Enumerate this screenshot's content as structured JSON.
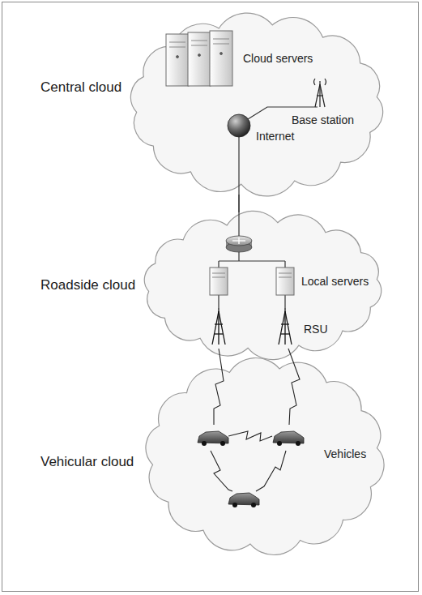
{
  "diagram": {
    "nodes": [
      {
        "text": [
          "Central cloud"
        ]
      },
      {
        "text": [
          "Roadside cloud"
        ]
      },
      {
        "text": [
          "Vehicular cloud"
        ]
      }
    ],
    "edges": [
      {
        "from": 0,
        "to": 1,
        "arrow": "none"
      }
    ],
    "labels": [
      "Cloud servers",
      "Base station",
      "Internet",
      "Local servers",
      "RSU",
      "Vehicles"
    ]
  }
}
